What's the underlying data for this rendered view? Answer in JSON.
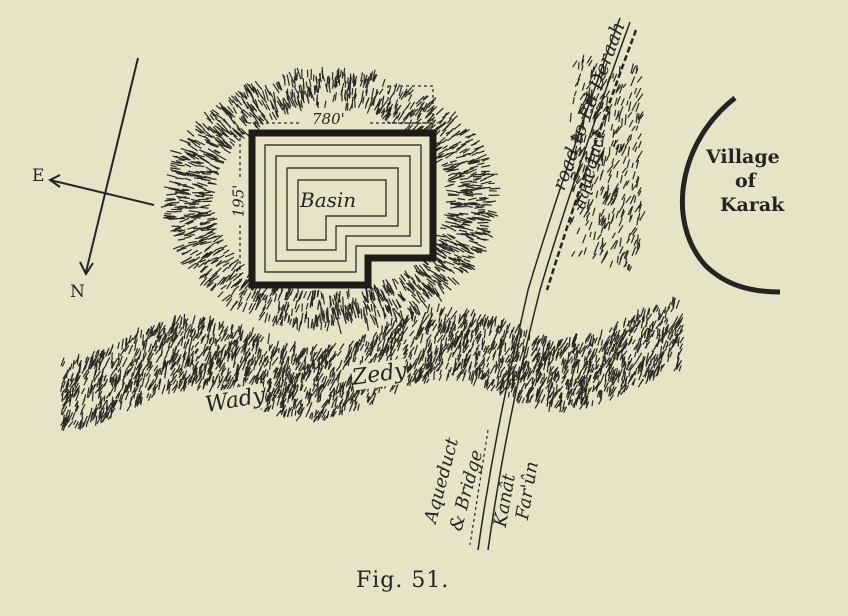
{
  "figure": {
    "caption": "Fig. 51.",
    "compass": {
      "east": "E",
      "north": "N"
    },
    "labels": {
      "basin": "Basin",
      "width_dim": "780'",
      "height_dim": "195'",
      "road": "road to Ed Deraah",
      "aqueduct": "aqueduct",
      "village_line1": "Village",
      "village_line2": "of",
      "village_line3": "Karak",
      "wady1": "Wady",
      "wady2": "Zedy",
      "aqueduct_bridge_line1": "Aqueduct",
      "aqueduct_bridge_line2": "& Bridge",
      "kanat_line1": "Kanât",
      "kanat_line2": "Far'ûn"
    },
    "colors": {
      "paper": "#e7e3c6",
      "ink": "#262420"
    }
  }
}
